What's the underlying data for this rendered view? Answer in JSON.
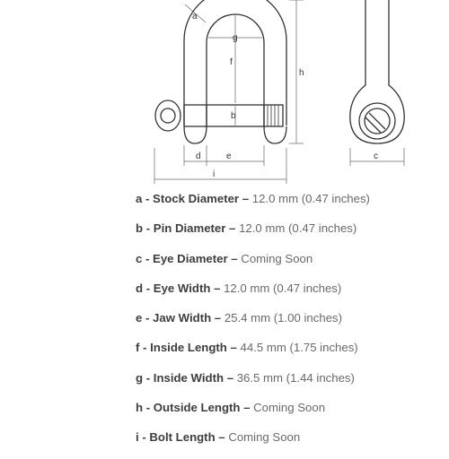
{
  "diagram": {
    "labels": {
      "a": "a",
      "b": "b",
      "c": "c",
      "d": "d",
      "e": "e",
      "f": "f",
      "g": "g",
      "h": "h",
      "i": "i"
    }
  },
  "specs": [
    {
      "key": "a - Stock Diameter –",
      "value": "12.0 mm (0.47 inches)"
    },
    {
      "key": "b - Pin Diameter –",
      "value": "12.0 mm (0.47 inches)"
    },
    {
      "key": "c - Eye Diameter –",
      "value": "Coming Soon"
    },
    {
      "key": "d - Eye Width –",
      "value": "12.0 mm (0.47 inches)"
    },
    {
      "key": "e - Jaw Width –",
      "value": "25.4 mm (1.00 inches)"
    },
    {
      "key": "f - Inside Length –",
      "value": "44.5 mm (1.75 inches)"
    },
    {
      "key": "g - Inside Width –",
      "value": "36.5 mm (1.44 inches)"
    },
    {
      "key": "h - Outside Length –",
      "value": "Coming Soon"
    },
    {
      "key": "i - Bolt Length –",
      "value": "Coming Soon"
    }
  ]
}
